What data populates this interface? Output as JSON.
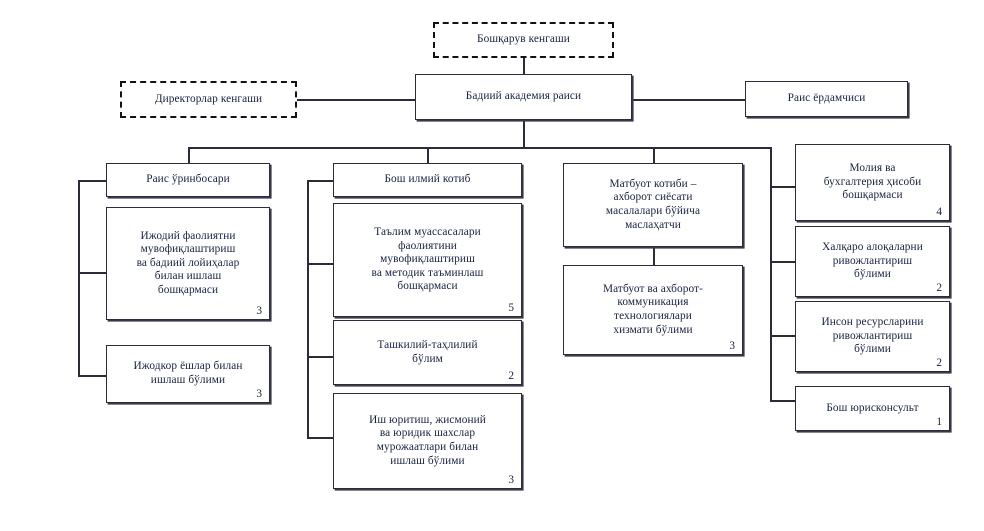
{
  "diagram": {
    "title_text": "",
    "type": "organizational-chart",
    "language": "uz-Cyrl",
    "colors": {
      "box_border": "#2b2b3a",
      "text": "#16213e",
      "background": "#ffffff",
      "connector": "#2b2b3a"
    }
  },
  "nodes": {
    "governing_council": {
      "label": "Бошқарув кенгаши",
      "count": ""
    },
    "board_of_directors": {
      "label": "Директорлар кенгаши",
      "count": ""
    },
    "chairman": {
      "label": "Бадиий академия раиси",
      "count": ""
    },
    "chairman_assistant": {
      "label": "Раис ёрдамчиси",
      "count": ""
    },
    "deputy_chairman": {
      "label": "Раис ўринбосари",
      "count": ""
    },
    "creative_activity_dept": {
      "label": "Ижодий фаолиятни\nмувофиқлаштириш\nва бадиий лойиҳалар\nбилан ишлаш\nбошқармаси",
      "count": "3"
    },
    "creative_youth_dept": {
      "label": "Ижодкор ёшлар билан\nишлаш бўлими",
      "count": "3"
    },
    "chief_scientific_secretary": {
      "label": "Бош илмий котиб",
      "count": ""
    },
    "education_institutions_dept": {
      "label": "Таълим муассасалари\nфаолиятини\nмувофиқлаштириш\nва методик таъминлаш\nбошқармаси",
      "count": "5"
    },
    "organizational_analytical_dept": {
      "label": "Ташкилий-таҳлилий\nбўлим",
      "count": "2"
    },
    "records_management_dept": {
      "label": "Иш юритиш, жисмоний\nва юридик шахслар\nмурожаатлари билан\nишлаш бўлими",
      "count": "3"
    },
    "press_secretary": {
      "label": "Матбуот котиби –\nахборот сиёсати\nмасалалари бўйича\nмаслаҳатчи",
      "count": ""
    },
    "press_ict_service_dept": {
      "label": "Матбуот ва ахборот-\nкоммуникация\nтехнологиялари\nхизмати бўлими",
      "count": "3"
    },
    "finance_accounting_dept": {
      "label": "Молия ва\nбухгалтерия ҳисоби\nбошқармаси",
      "count": "4"
    },
    "international_relations_dept": {
      "label": "Халқаро алоқаларни\nривожлантириш\nбўлими",
      "count": "2"
    },
    "human_resources_dept": {
      "label": "Инсон ресурсларини\nривожлантириш\nбўлими",
      "count": "2"
    },
    "chief_legal_counsel": {
      "label": "Бош юрисконсульт",
      "count": "1"
    }
  }
}
